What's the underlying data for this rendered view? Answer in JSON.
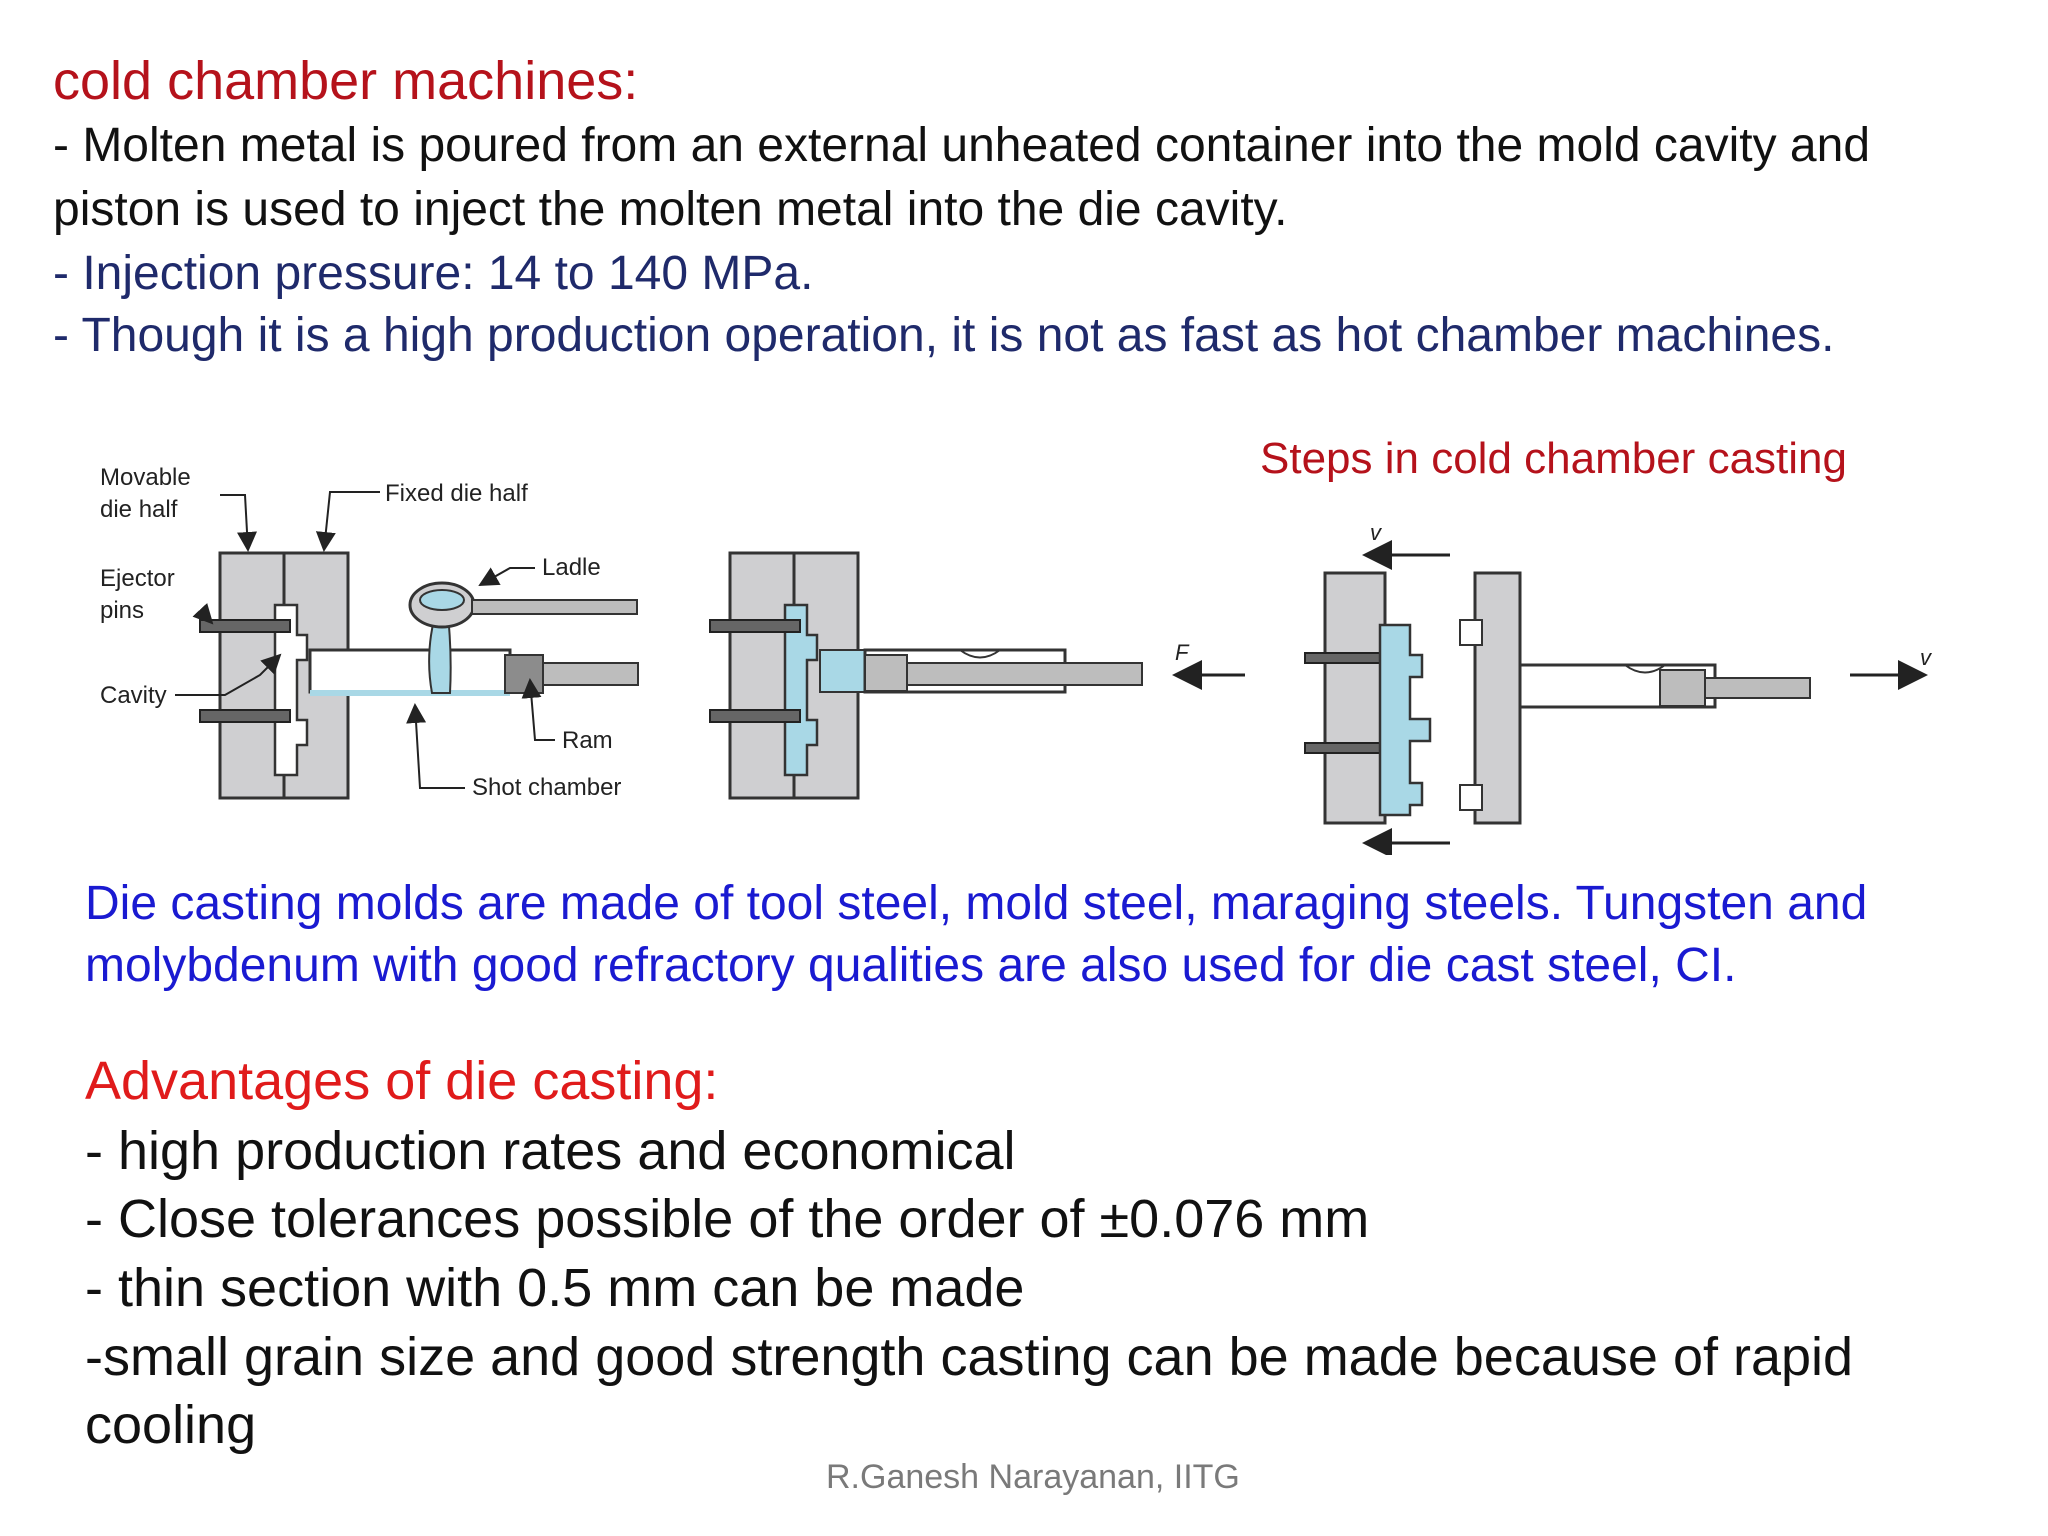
{
  "section1": {
    "heading": "cold chamber machines:",
    "bullet1_line1": "- Molten metal is poured from an external unheated container into the mold cavity and",
    "bullet1_line2": "piston is used to inject the molten metal into the die cavity.",
    "bullet2": "- Injection pressure: 14 to 140 MPa.",
    "bullet3": "- Though it is a high production operation, it is not as fast as hot chamber machines."
  },
  "figure": {
    "caption": "Steps in cold chamber casting",
    "labels": {
      "movable_die_half_1": "Movable",
      "movable_die_half_2": "die half",
      "fixed_die_half": "Fixed die half",
      "ejector_pins_1": "Ejector",
      "ejector_pins_2": "pins",
      "cavity": "Cavity",
      "ladle": "Ladle",
      "ram": "Ram",
      "shot_chamber": "Shot chamber",
      "force": "F",
      "velocity": "v"
    }
  },
  "materials": {
    "line1": "Die casting molds are made of tool steel, mold steel, maraging steels. Tungsten and",
    "line2": "molybdenum with good refractory qualities are also used for die cast steel,  CI."
  },
  "advantages": {
    "heading": "Advantages of die casting:",
    "items": [
      "- high production rates and economical",
      "- Close tolerances possible of the order of ±0.076 mm",
      "- thin section with 0.5 mm can be made",
      "-small grain size and good strength casting can be made because of rapid",
      "cooling"
    ]
  },
  "footer": "R.Ganesh Narayanan, IITG"
}
